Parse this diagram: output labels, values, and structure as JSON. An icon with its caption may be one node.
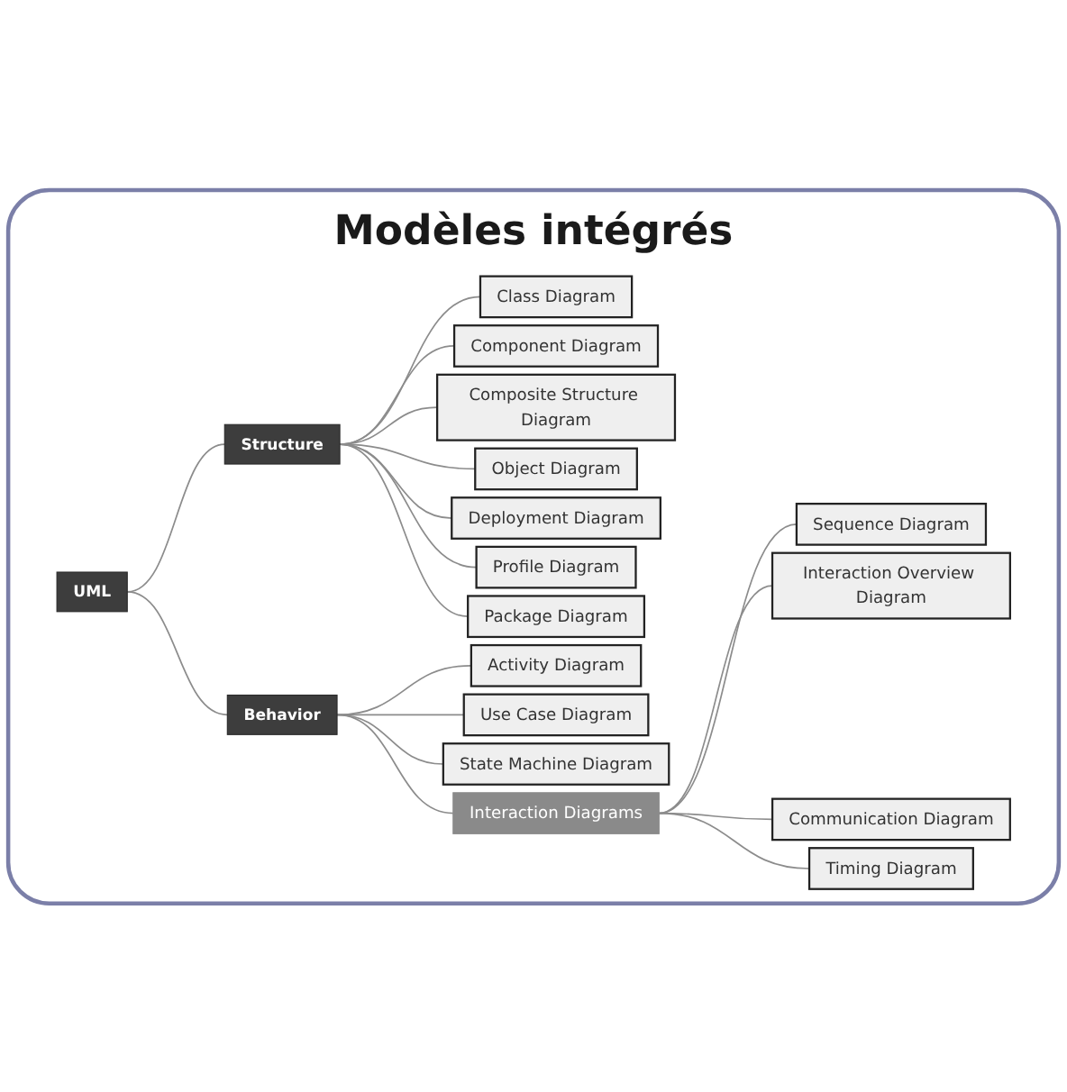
{
  "diagram": {
    "nodes": [
      {
        "text": [
          "Modèles intégrés"
        ]
      },
      {
        "text": [
          "UML"
        ],
        "in": 0
      },
      {
        "text": [
          "Structure"
        ],
        "in": 0
      },
      {
        "text": [
          "Class Diagram"
        ],
        "in": 0
      },
      {
        "text": [
          "Component Diagram"
        ],
        "in": 0
      },
      {
        "text": [
          "Composite Structure Diagram"
        ],
        "in": 0
      },
      {
        "text": [
          "Object Diagram"
        ],
        "in": 0
      },
      {
        "text": [
          "Deployment Diagram"
        ],
        "in": 0
      },
      {
        "text": [
          "Profile Diagram"
        ],
        "in": 0
      },
      {
        "text": [
          "Package Diagram"
        ],
        "in": 0
      },
      {
        "text": [
          "Behavior"
        ],
        "in": 0
      },
      {
        "text": [
          "Activity Diagram"
        ],
        "in": 0
      },
      {
        "text": [
          "Use Case Diagram"
        ],
        "in": 0
      },
      {
        "text": [
          "State Machine Diagram"
        ],
        "in": 0
      },
      {
        "text": [
          "Interaction Diagrams"
        ],
        "in": 0
      },
      {
        "text": [
          "Sequence Diagram"
        ],
        "in": 0
      },
      {
        "text": [
          "Interaction Overview Diagram"
        ],
        "in": 0
      },
      {
        "text": [
          "Communication Diagram"
        ],
        "in": 0
      },
      {
        "text": [
          "Timing Diagram"
        ],
        "in": 0
      }
    ],
    "edges": [
      {
        "from": 1,
        "to": 2,
        "arrow": "none"
      },
      {
        "from": 2,
        "to": 3,
        "arrow": "none"
      },
      {
        "from": 2,
        "to": 4,
        "arrow": "none"
      },
      {
        "from": 2,
        "to": 5,
        "arrow": "none"
      },
      {
        "from": 2,
        "to": 6,
        "arrow": "none"
      },
      {
        "from": 2,
        "to": 7,
        "arrow": "none"
      },
      {
        "from": 2,
        "to": 8,
        "arrow": "none"
      },
      {
        "from": 2,
        "to": 9,
        "arrow": "none"
      },
      {
        "from": 1,
        "to": 10,
        "arrow": "none"
      },
      {
        "from": 10,
        "to": 11,
        "arrow": "none"
      },
      {
        "from": 10,
        "to": 12,
        "arrow": "none"
      },
      {
        "from": 10,
        "to": 13,
        "arrow": "none"
      },
      {
        "from": 10,
        "to": 14,
        "arrow": "none"
      },
      {
        "from": 14,
        "to": 15,
        "arrow": "none"
      },
      {
        "from": 14,
        "to": 16,
        "arrow": "none"
      },
      {
        "from": 14,
        "to": 17,
        "arrow": "none"
      },
      {
        "from": 14,
        "to": 18,
        "arrow": "none"
      }
    ]
  }
}
